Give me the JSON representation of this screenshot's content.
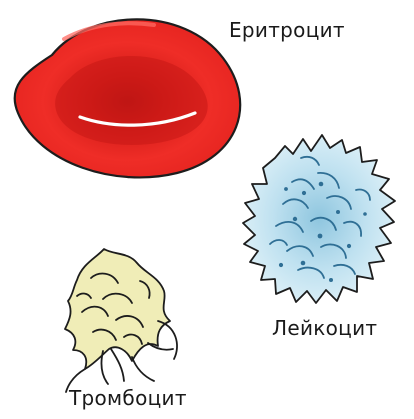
{
  "labels": {
    "erythrocyte": "Еритроцит",
    "leukocyte": "Лейкоцит",
    "thrombocyte": "Тромбоцит"
  },
  "colors": {
    "erythrocyte_red": "#e52622",
    "erythrocyte_dark": "#b71512",
    "leukocyte_blue": "#cfe7f3",
    "leukocyte_ink": "#2f6f95",
    "thrombocyte_cream": "#f0edb7",
    "outline": "#1d1d1d"
  },
  "icons": [
    "erythrocyte-icon",
    "leukocyte-icon",
    "thrombocyte-icon"
  ]
}
